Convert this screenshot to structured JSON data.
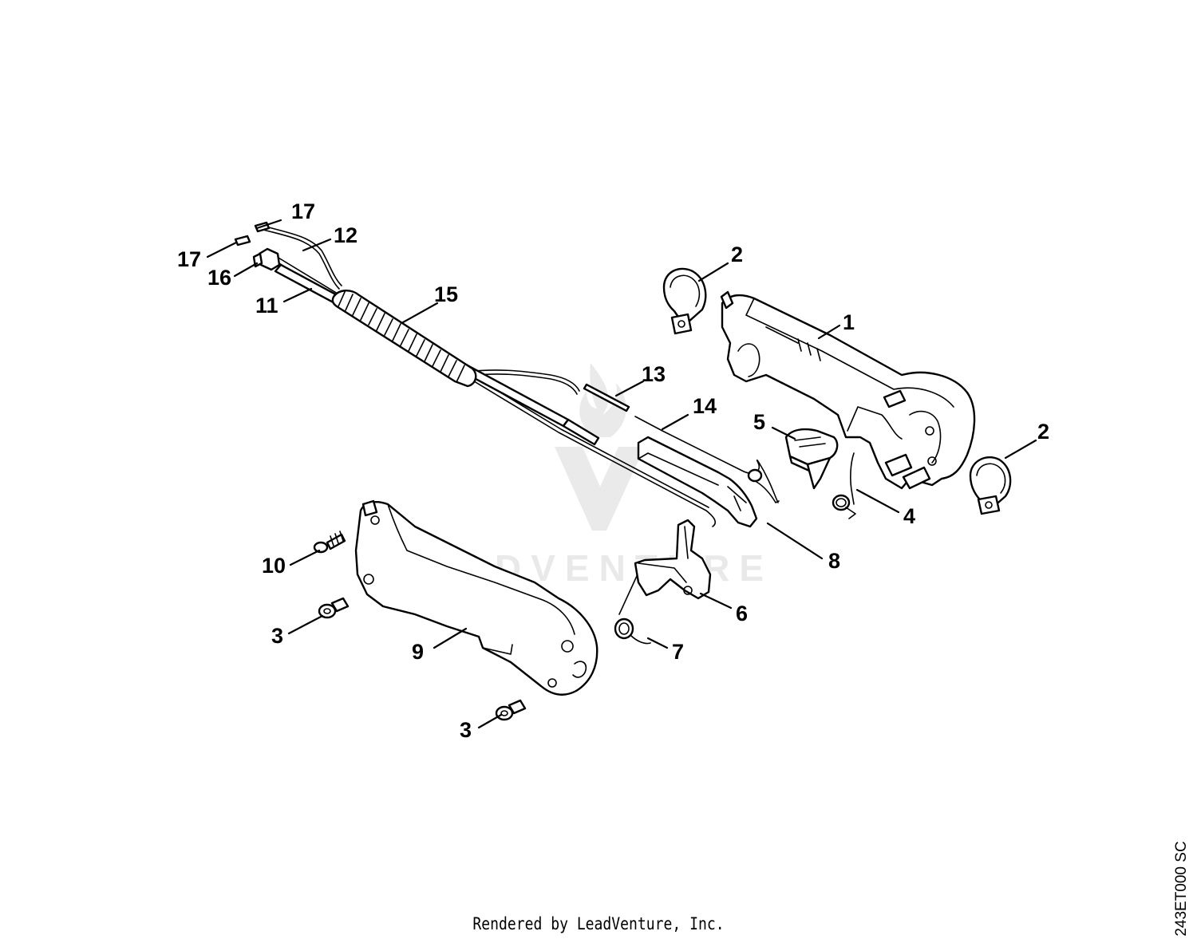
{
  "diagram": {
    "callouts": {
      "p17a": "17",
      "p17b": "17",
      "p12": "12",
      "p16": "16",
      "p11": "11",
      "p15": "15",
      "p13": "13",
      "p14": "14",
      "p2a": "2",
      "p1": "1",
      "p5": "5",
      "p2b": "2",
      "p4": "4",
      "p8": "8",
      "p6": "6",
      "p10": "10",
      "p3a": "3",
      "p9": "9",
      "p7": "7",
      "p3b": "3"
    },
    "watermark": {
      "brand": "LEADVENTURE"
    },
    "drawing_code": "243ET000 SC",
    "footer": "Rendered by LeadVenture, Inc.",
    "colors": {
      "ink": "#000000",
      "background": "#ffffff",
      "watermark": "#d0d0d0"
    }
  }
}
